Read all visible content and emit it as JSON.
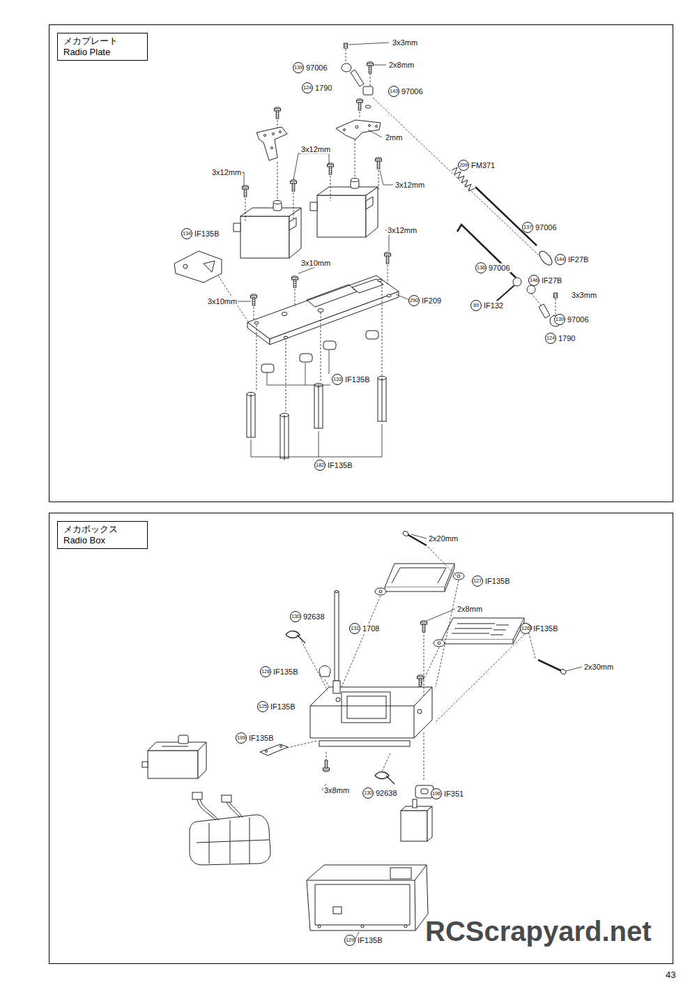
{
  "diagram": {
    "nodes": [
      {
        "text": [
          "メカプレート",
          "Radio Plate"
        ]
      },
      {
        "text": [
          "メカボックス",
          "Radio Box"
        ]
      }
    ],
    "labels": [
      "3x3mm",
      "139",
      "97006",
      "2x8mm",
      "124",
      "1790",
      "143",
      "97006",
      "2mm",
      "3x12mm",
      "3x12mm",
      "209",
      "FM371",
      "3x12mm",
      "137",
      "97006",
      "3x12mm",
      "134",
      "IF135B",
      "144",
      "IF27B",
      "3x10mm",
      "136",
      "97006",
      "146",
      "IF27B",
      "3x3mm",
      "3x10mm",
      "290",
      "IF209",
      "89",
      "IF132",
      "139",
      "97006",
      "124",
      "1790",
      "133",
      "IF135B",
      "182",
      "IF135B",
      "2x20mm",
      "127",
      "IF135B",
      "2x8mm",
      "130",
      "92638",
      "131",
      "1708",
      "126",
      "IF135B",
      "2x30mm",
      "128",
      "IF135B",
      "125",
      "IF135B",
      "199",
      "IF135B",
      "3x8mm",
      "130",
      "92638",
      "196",
      "IF351",
      "129",
      "IF135B",
      "RCScrapyard.net",
      "43"
    ]
  }
}
